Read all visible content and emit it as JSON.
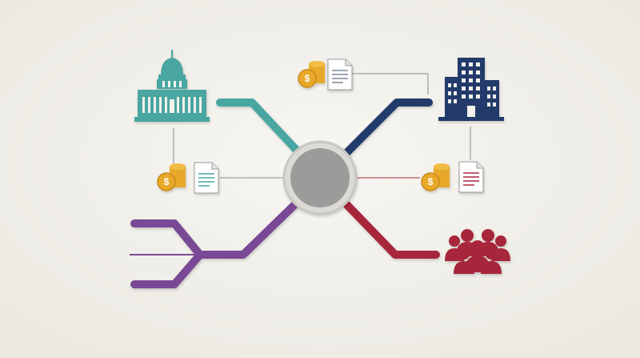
{
  "diagram": {
    "background": "#f3f1ec",
    "colors": {
      "teal": "#4aa6a0",
      "navy": "#243a6b",
      "crimson": "#a8283a",
      "purple": "#7a4a96",
      "hub_fill": "#9c9b99",
      "hub_ring": "#c9c7c2",
      "coin": "#e8a92a",
      "coin_edge": "#c98a16",
      "document": "#ffffff",
      "connector": "#8a8a8a"
    },
    "nodes": [
      {
        "id": "government",
        "icon": "capitol-building-icon",
        "color": "teal"
      },
      {
        "id": "corporation",
        "icon": "office-building-icon",
        "color": "navy"
      },
      {
        "id": "public",
        "icon": "people-group-icon",
        "color": "crimson"
      },
      {
        "id": "multi-branch",
        "icon": "fork-lines-icon",
        "color": "purple"
      }
    ],
    "flows": [
      {
        "id": "flow-top",
        "icons": [
          "coin-stack-icon",
          "document-icon"
        ]
      },
      {
        "id": "flow-left",
        "icons": [
          "coin-stack-icon",
          "document-icon"
        ]
      },
      {
        "id": "flow-right",
        "icons": [
          "coin-stack-icon",
          "document-icon"
        ]
      }
    ]
  }
}
